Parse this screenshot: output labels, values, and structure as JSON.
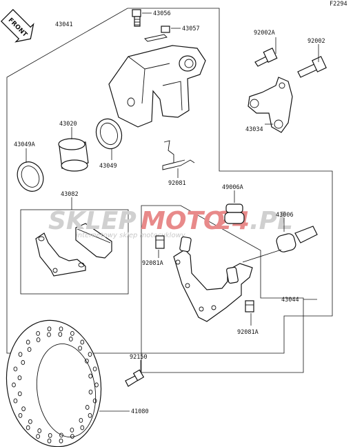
{
  "figure_code": "F2294",
  "front_label": "FRONT",
  "watermark": {
    "part1": "SKLEP",
    "part2": "MOTO",
    "part3": "24",
    "part4": ".PL",
    "tagline": "internetowy sklep motocyklowy"
  },
  "colors": {
    "watermark_gray": "#d0d0d0",
    "watermark_red": "#e88a8a",
    "line": "#111111"
  },
  "parts": {
    "p43056": "43056",
    "p43041": "43041",
    "p43057": "43057",
    "p92002A": "92002A",
    "p92002": "92002",
    "p43034": "43034",
    "p43020": "43020",
    "p43049A": "43049A",
    "p43049": "43049",
    "p92081": "92081",
    "p43082": "43082",
    "p49006A": "49006A",
    "p43006": "43006",
    "p92081A_1": "92081A",
    "p92081A_2": "92081A",
    "p43044": "43044",
    "p92150": "92150",
    "p41080": "41080"
  }
}
